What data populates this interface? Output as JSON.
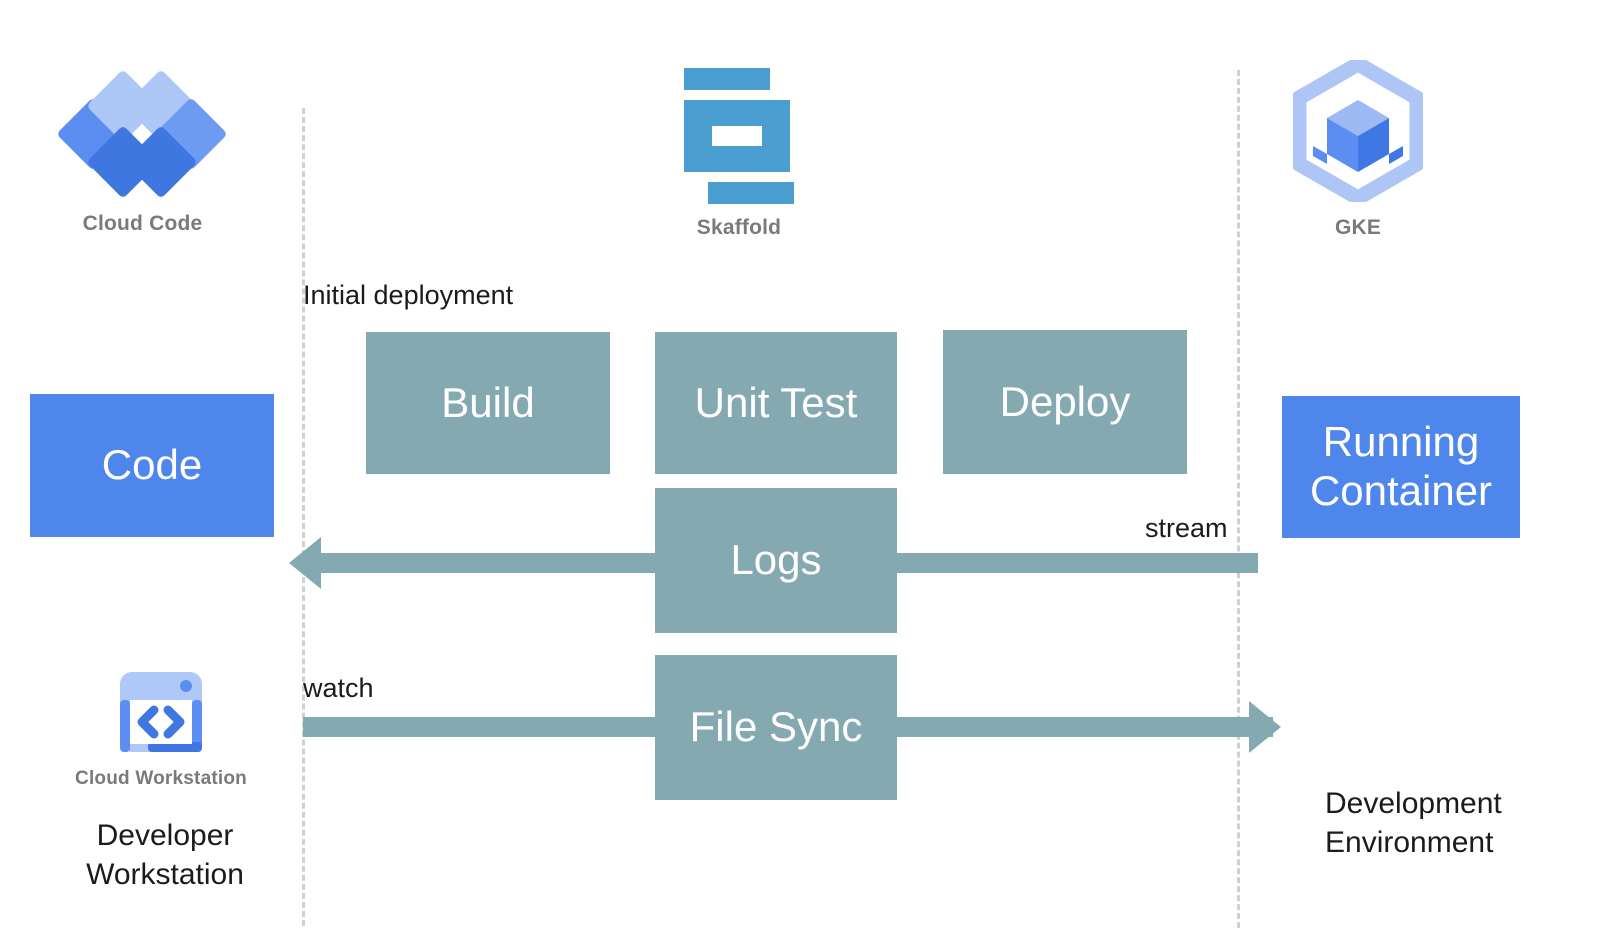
{
  "diagram": {
    "title": "Cloud Code / Skaffold / GKE development loop",
    "colors": {
      "teal_box": "#85a9b1",
      "blue_box": "#4e86ec",
      "skaffold_blue": "#4a9ed0",
      "gke_hex": "#aec6f5",
      "dashed_line": "#d0d0d0",
      "caption_gray": "#7a7a7a"
    }
  },
  "logos": [
    {
      "name": "cloud-code",
      "caption": "Cloud Code",
      "icon": "cloud-code-icon"
    },
    {
      "name": "skaffold",
      "caption": "Skaffold",
      "icon": "skaffold-icon"
    },
    {
      "name": "gke",
      "caption": "GKE",
      "icon": "gke-icon"
    }
  ],
  "workstation": {
    "icon": "cloud-workstation-icon",
    "caption": "Cloud Workstation"
  },
  "boundaries": {
    "left_label": "Developer\nWorkstation",
    "left_label_line1": "Developer",
    "left_label_line2": "Workstation",
    "right_label_line1": "Development",
    "right_label_line2": "Environment"
  },
  "pipeline": {
    "stages": [
      {
        "id": "build",
        "label": "Build"
      },
      {
        "id": "unit-test",
        "label": "Unit Test"
      },
      {
        "id": "deploy",
        "label": "Deploy"
      }
    ],
    "logs": {
      "id": "logs",
      "label": "Logs"
    },
    "file_sync": {
      "id": "file-sync",
      "label": "File Sync"
    }
  },
  "endpoints": {
    "code": {
      "id": "code",
      "label": "Code"
    },
    "running_container": {
      "id": "running-container",
      "label_line1": "Running",
      "label_line2": "Container"
    }
  },
  "annotations": {
    "initial_deployment": "Initial deployment",
    "stream": "stream",
    "watch": "watch"
  }
}
